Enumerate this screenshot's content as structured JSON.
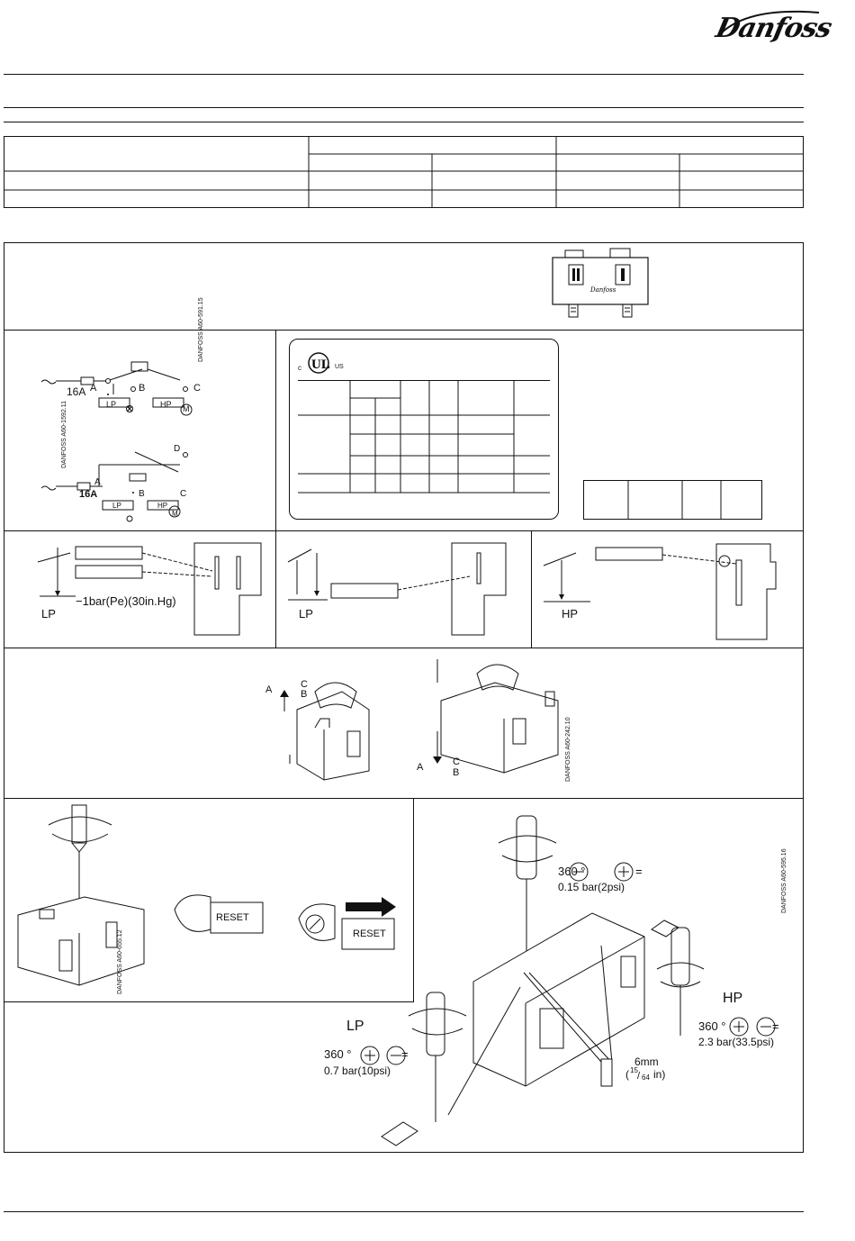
{
  "brand": {
    "name": "Danfoss"
  },
  "diagram_labels": {
    "supply_fuse": "16A",
    "contact_a": "A",
    "contact_b": "B",
    "contact_c": "C",
    "contact_d": "D",
    "lp_switch": "LP",
    "hp_switch": "HP",
    "motor": "M",
    "code_wiring_1": "DANFOSS A60-591.15",
    "code_wiring_2": "DANFOSS A60-1592.11",
    "code_reset": "DANFOSS A60-242.10",
    "code_manual_reset": "DANFOSS A60-655.12",
    "code_setting": "DANFOSS A60-595.16"
  },
  "ul_mark": {
    "c": "c",
    "us": "US",
    "ul": "UL"
  },
  "range_diagrams": {
    "lp_label": "LP",
    "hp_label": "HP",
    "vacuum_limit": "−1bar(Pe)(30in.Hg)"
  },
  "reset_panel": {
    "reset_label": "RESET"
  },
  "setting": {
    "lp_label": "LP",
    "hp_label": "HP",
    "deg": "360 °",
    "eq": "=",
    "diff_value": "0.15  bar(2psi)",
    "lp_value": "0.7  bar(10psi)",
    "hp_value": "2.3  bar(33.5psi)",
    "key_size": "6mm",
    "key_size_in": "in)",
    "key_size_paren": "(",
    "key_frac_num": "15",
    "key_frac_den": "64"
  }
}
